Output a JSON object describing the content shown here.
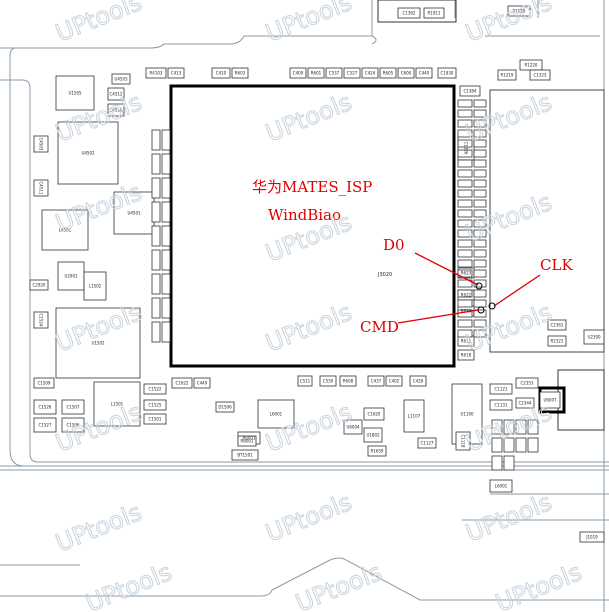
{
  "title_cn": "华为MATES_ISP",
  "author": "WindBiao",
  "chip_label": "J3020",
  "annotations": {
    "d0": "D0",
    "clk": "CLK",
    "cmd": "CMD"
  },
  "watermark": "UPtools",
  "colors": {
    "annotation": "#e00000",
    "outline": "#8a9aa8",
    "chip": "#000000",
    "watermark": "#c9d3dc"
  },
  "components": [
    {
      "id": "top-right-1",
      "text": "C1362"
    },
    {
      "id": "top-right-2",
      "text": "R1911"
    },
    {
      "id": "top-right-3",
      "text": "R1910"
    },
    {
      "id": "c4",
      "text": "U4503"
    },
    {
      "id": "c5",
      "text": "R4103"
    },
    {
      "id": "c6",
      "text": "C413"
    },
    {
      "id": "c7",
      "text": "C410"
    },
    {
      "id": "c8",
      "text": "R603"
    },
    {
      "id": "c9",
      "text": "C409"
    },
    {
      "id": "c10",
      "text": "R601"
    },
    {
      "id": "c11",
      "text": "C537"
    },
    {
      "id": "c12",
      "text": "C527"
    },
    {
      "id": "c13",
      "text": "C424"
    },
    {
      "id": "c14",
      "text": "R605"
    },
    {
      "id": "c15",
      "text": "C600"
    },
    {
      "id": "c16",
      "text": "C440"
    },
    {
      "id": "c17",
      "text": "C1830"
    },
    {
      "id": "c18",
      "text": "R1220"
    },
    {
      "id": "c19",
      "text": "R1219"
    },
    {
      "id": "c20",
      "text": "C1323"
    },
    {
      "id": "c21",
      "text": "U1505"
    },
    {
      "id": "c22",
      "text": "C4512"
    },
    {
      "id": "c23",
      "text": "C4519"
    },
    {
      "id": "c24",
      "text": "C4503"
    },
    {
      "id": "c25",
      "text": "U4502"
    },
    {
      "id": "c26",
      "text": "C4511"
    },
    {
      "id": "c27",
      "text": "L4501"
    },
    {
      "id": "c28",
      "text": "U4501"
    },
    {
      "id": "c29",
      "text": "U2901"
    },
    {
      "id": "c30",
      "text": "C2920"
    },
    {
      "id": "c31",
      "text": "L1502"
    },
    {
      "id": "c32",
      "text": "C1524"
    },
    {
      "id": "c33",
      "text": "U1502"
    },
    {
      "id": "c34",
      "text": "C1509"
    },
    {
      "id": "c35",
      "text": "L1501"
    },
    {
      "id": "c36",
      "text": "C1526"
    },
    {
      "id": "c37",
      "text": "C1507"
    },
    {
      "id": "c38",
      "text": "C1527"
    },
    {
      "id": "c39",
      "text": "C1506"
    },
    {
      "id": "c40",
      "text": "C1522"
    },
    {
      "id": "c41",
      "text": "C1525"
    },
    {
      "id": "c42",
      "text": "C1501"
    },
    {
      "id": "c43",
      "text": "C1622"
    },
    {
      "id": "c44",
      "text": "C449"
    },
    {
      "id": "c45",
      "text": "D1506"
    },
    {
      "id": "c46",
      "text": "L6001"
    },
    {
      "id": "c47",
      "text": "C511"
    },
    {
      "id": "c48",
      "text": "C530"
    },
    {
      "id": "c49",
      "text": "R608"
    },
    {
      "id": "c50",
      "text": "C437"
    },
    {
      "id": "c51",
      "text": "C402"
    },
    {
      "id": "c52",
      "text": "C428"
    },
    {
      "id": "c53",
      "text": "C1620"
    },
    {
      "id": "c54",
      "text": "U6004"
    },
    {
      "id": "c55",
      "text": "U1802"
    },
    {
      "id": "c56",
      "text": "L1107"
    },
    {
      "id": "c57",
      "text": "U1100"
    },
    {
      "id": "c58",
      "text": "C1121"
    },
    {
      "id": "c59",
      "text": "C1131"
    },
    {
      "id": "c60",
      "text": "C2353"
    },
    {
      "id": "c61",
      "text": "U6007"
    },
    {
      "id": "c62",
      "text": "C2344"
    },
    {
      "id": "c63",
      "text": "U2300"
    },
    {
      "id": "c64",
      "text": "C2361"
    },
    {
      "id": "c65",
      "text": "R2321"
    },
    {
      "id": "c66",
      "text": "C1118"
    },
    {
      "id": "c67",
      "text": "C1127"
    },
    {
      "id": "c68",
      "text": "L6001"
    },
    {
      "id": "c69",
      "text": "R6001"
    },
    {
      "id": "c70",
      "text": "BT1501"
    },
    {
      "id": "c71",
      "text": "R8001"
    },
    {
      "id": "c72",
      "text": "R1659"
    },
    {
      "id": "c73",
      "text": "J1019"
    },
    {
      "id": "c74",
      "text": "R618"
    },
    {
      "id": "c75",
      "text": "R615"
    },
    {
      "id": "c76",
      "text": "R623"
    },
    {
      "id": "c77",
      "text": "R622"
    },
    {
      "id": "c78",
      "text": "R620"
    },
    {
      "id": "c79",
      "text": "C1384"
    },
    {
      "id": "c80",
      "text": "C1326"
    }
  ]
}
